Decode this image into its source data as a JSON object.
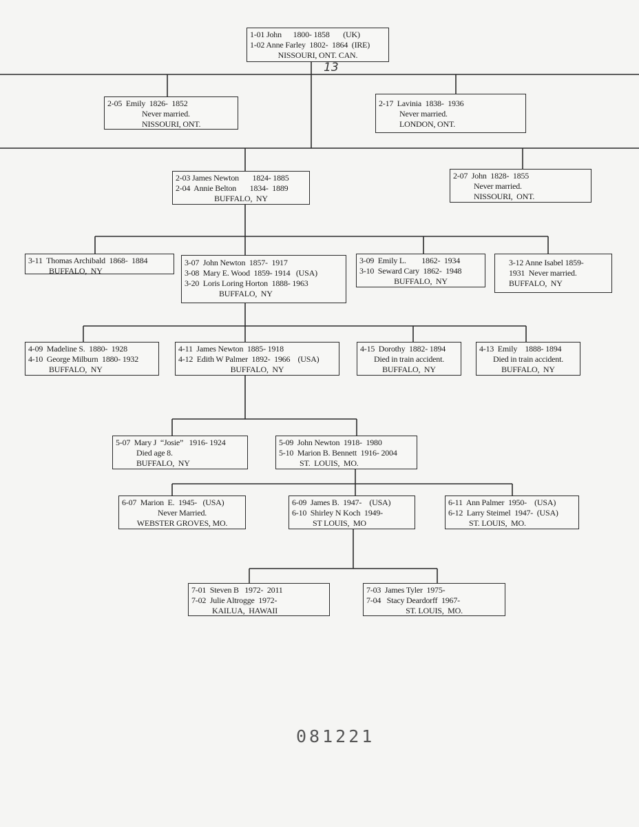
{
  "handwritten_note": "13",
  "stamp_number": "081221",
  "boxes": {
    "b101": [
      "1-01 John      1800- 1858       (UK)",
      "1-02 Anne Farley  1802-  1864  (IRE)",
      "NISSOURI, ONT. CAN."
    ],
    "b205": [
      "2-05  Emily  1826-  1852",
      "Never married.",
      "NISSOURI, ONT."
    ],
    "b217": [
      "2-17  Lavinia  1838-  1936",
      "Never married.",
      "LONDON, ONT."
    ],
    "b203": [
      "2-03 James Newton       1824- 1885",
      "2-04  Annie Belton       1834-  1889",
      "BUFFALO,  NY"
    ],
    "b207": [
      "2-07  John  1828-  1855",
      "Never married.",
      "NISSOURI,  ONT."
    ],
    "b311": [
      "3-11  Thomas Archibald  1868-  1884",
      "BUFFALO,  NY"
    ],
    "b307": [
      "3-07  John Newton  1857-  1917",
      "3-08  Mary E. Wood  1859- 1914   (USA)",
      "3-20  Loris Loring Horton  1888- 1963",
      "BUFFALO,  NY"
    ],
    "b309": [
      "3-09  Emily L.        1862-  1934",
      "3-10  Seward Cary  1862-  1948",
      "BUFFALO,  NY"
    ],
    "b312": [
      "3-12 Anne Isabel 1859-",
      "1931  Never married.",
      "BUFFALO,  NY"
    ],
    "b409": [
      "4-09  Madeline S.  1880-  1928",
      "4-10  George Milburn  1880- 1932",
      "BUFFALO,  NY"
    ],
    "b411": [
      "4-11  James Newton  1885- 1918",
      "4-12  Edith W Palmer  1892-  1966    (USA)",
      "BUFFALO,  NY"
    ],
    "b415": [
      "4-15  Dorothy  1882- 1894",
      "Died in train accident.",
      "BUFFALO,  NY"
    ],
    "b413": [
      "4-13  Emily    1888- 1894",
      "Died in train accident.",
      "BUFFALO,  NY"
    ],
    "b507": [
      "5-07  Mary J  “Josie”   1916- 1924",
      "Died age 8.",
      "BUFFALO,  NY"
    ],
    "b509": [
      "5-09  John Newton  1918-  1980",
      "5-10  Marion B. Bennett  1916- 2004",
      "ST.  LOUIS,  MO."
    ],
    "b607": [
      "6-07  Marion  E.  1945-   (USA)",
      "Never Married.",
      "WEBSTER GROVES, MO."
    ],
    "b609": [
      "6-09  James B.  1947-    (USA)",
      "6-10  Shirley N Koch  1949-",
      "ST LOUIS,  MO"
    ],
    "b611": [
      "6-11  Ann Palmer  1950-    (USA)",
      "6-12  Larry Steimel  1947-  (USA)",
      "ST. LOUIS,  MO."
    ],
    "b701": [
      "7-01  Steven B   1972-  2011",
      "7-02  Julie Altrogge  1972-",
      "KAILUA,  HAWAII"
    ],
    "b703": [
      "7-03  James Tyler  1975-",
      "7-04   Stacy Deardorff  1967-",
      "ST. LOUIS,  MO."
    ]
  },
  "colors": {
    "line": "#2a2a2a",
    "paper": "#f5f5f3"
  }
}
